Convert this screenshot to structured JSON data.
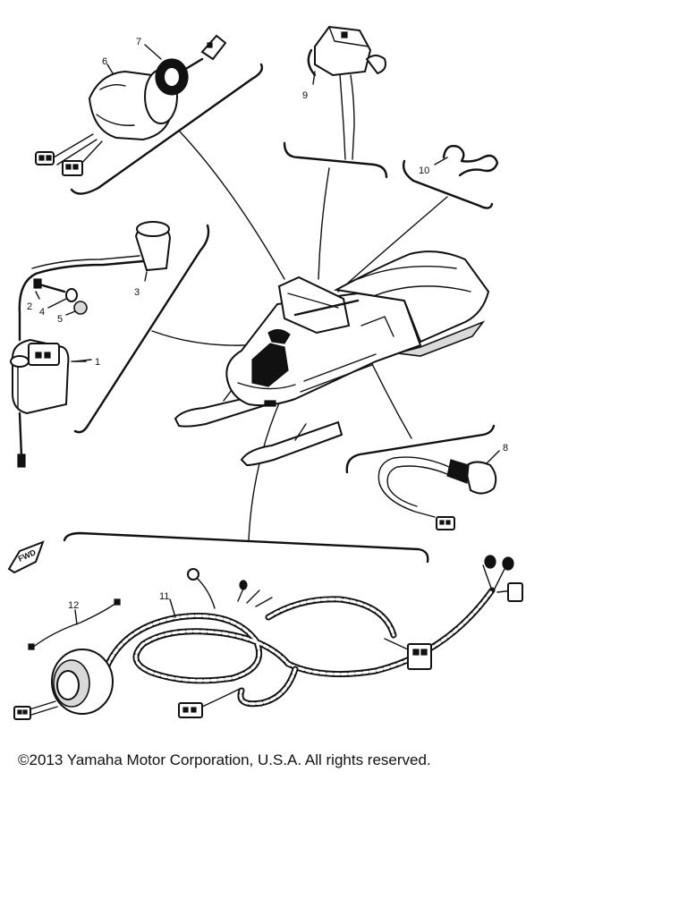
{
  "diagram": {
    "front_mark": "FWD",
    "callouts": {
      "c1": "1",
      "c2": "2",
      "c3": "3",
      "c4": "4",
      "c5": "5",
      "c6": "6",
      "c7": "7",
      "c8": "8",
      "c9": "9",
      "c10": "10",
      "c11": "11",
      "c12": "12"
    }
  },
  "footer": {
    "copyright": "©2013 Yamaha Motor Corporation, U.S.A. All rights reserved."
  }
}
